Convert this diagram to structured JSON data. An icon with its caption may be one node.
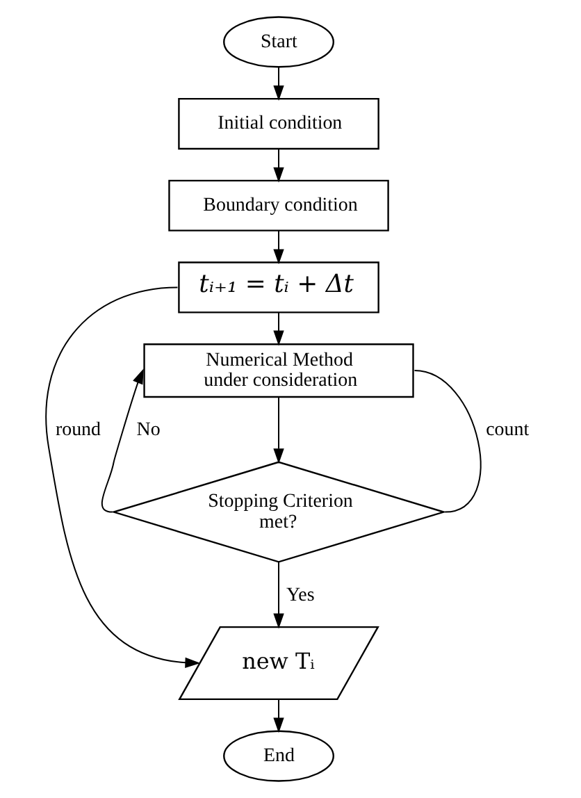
{
  "diagram": {
    "nodes": [
      {
        "text": [
          "Start"
        ]
      },
      {
        "text": [
          "Initial condition"
        ]
      },
      {
        "text": [
          "Boundary condition"
        ]
      },
      {
        "text": [
          "tᵢ₊₁ = tᵢ + Δt"
        ]
      },
      {
        "text": [
          "Numerical Method under consideration"
        ]
      },
      {
        "text": [
          "Stopping Criterion met?"
        ]
      },
      {
        "text": [
          "new Tᵢ"
        ]
      },
      {
        "text": [
          "End"
        ]
      }
    ],
    "edges": [
      {
        "from": 0,
        "to": 1,
        "arrow": "to"
      },
      {
        "from": 1,
        "to": 2,
        "arrow": "to"
      },
      {
        "from": 2,
        "to": 3,
        "arrow": "to"
      },
      {
        "from": 3,
        "to": 6,
        "arrow": "to",
        "label": "round"
      },
      {
        "from": 3,
        "to": 4,
        "arrow": "to"
      },
      {
        "from": 4,
        "to": 5,
        "arrow": "to"
      },
      {
        "from": 5,
        "to": 4,
        "arrow": "to",
        "label": "No"
      },
      {
        "from": 5,
        "to": 4,
        "arrow": "none",
        "label": "count"
      },
      {
        "from": 5,
        "to": 6,
        "arrow": "to",
        "label": "Yes"
      },
      {
        "from": 6,
        "to": 7,
        "arrow": "to"
      }
    ]
  }
}
